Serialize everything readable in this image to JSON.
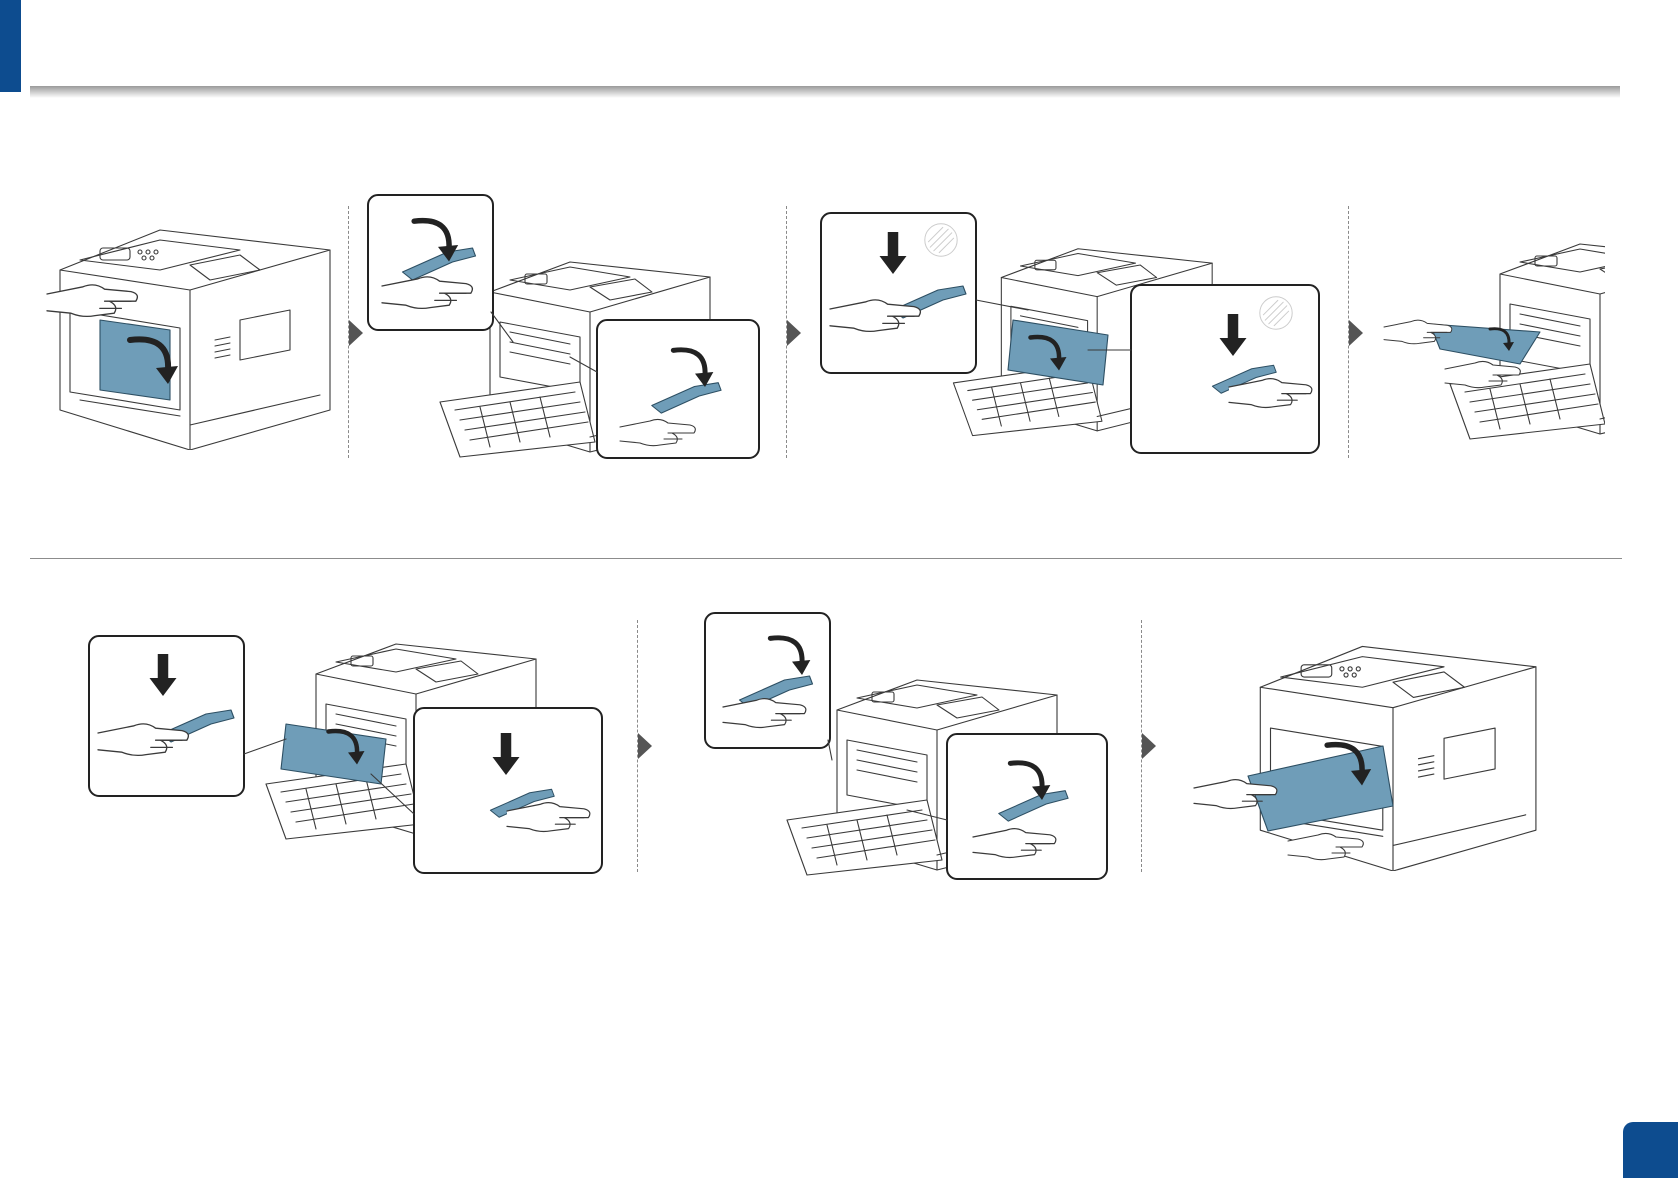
{
  "colors": {
    "brand": "#0d4c8f",
    "part_highlight": "#6f9db8",
    "line": "#3a3a3a",
    "separator": "#8c8c8c",
    "flow_arrow": "#555555"
  },
  "icons": {
    "flow_arrow": "triangle-right-icon",
    "motion_arrow": "curved-arrow-icon",
    "press_arrow": "down-arrow-icon",
    "hand": "hand-icon"
  },
  "sequence": {
    "row1": [
      "open-rear-cover",
      "lower-fuser-levers",
      "open-fuser-door",
      "pull-jammed-paper"
    ],
    "row2": [
      "close-fuser-door",
      "raise-fuser-levers",
      "close-rear-cover"
    ]
  }
}
